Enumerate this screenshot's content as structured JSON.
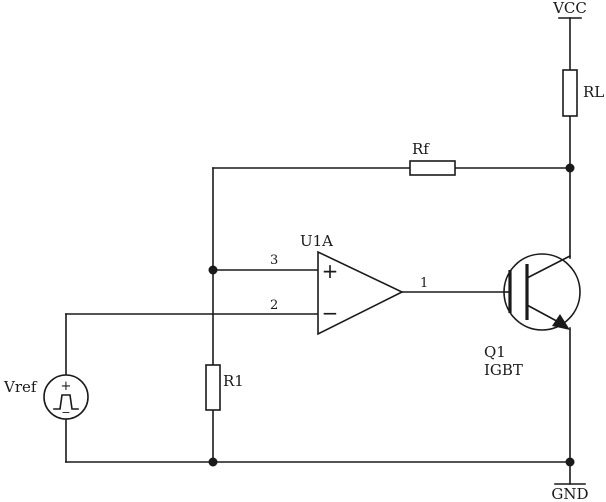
{
  "labels": {
    "vcc": "VCC",
    "gnd": "GND",
    "rl": "RL",
    "rf": "Rf",
    "r1": "R1",
    "u1a": "U1A",
    "vref": "Vref",
    "q1": "Q1",
    "igbt": "IGBT",
    "pin_noninv": "3",
    "pin_inv": "2",
    "pin_out": "1",
    "plus_sign": "+",
    "minus_sign": "−",
    "vref_plus": "+",
    "vref_minus": "−"
  }
}
